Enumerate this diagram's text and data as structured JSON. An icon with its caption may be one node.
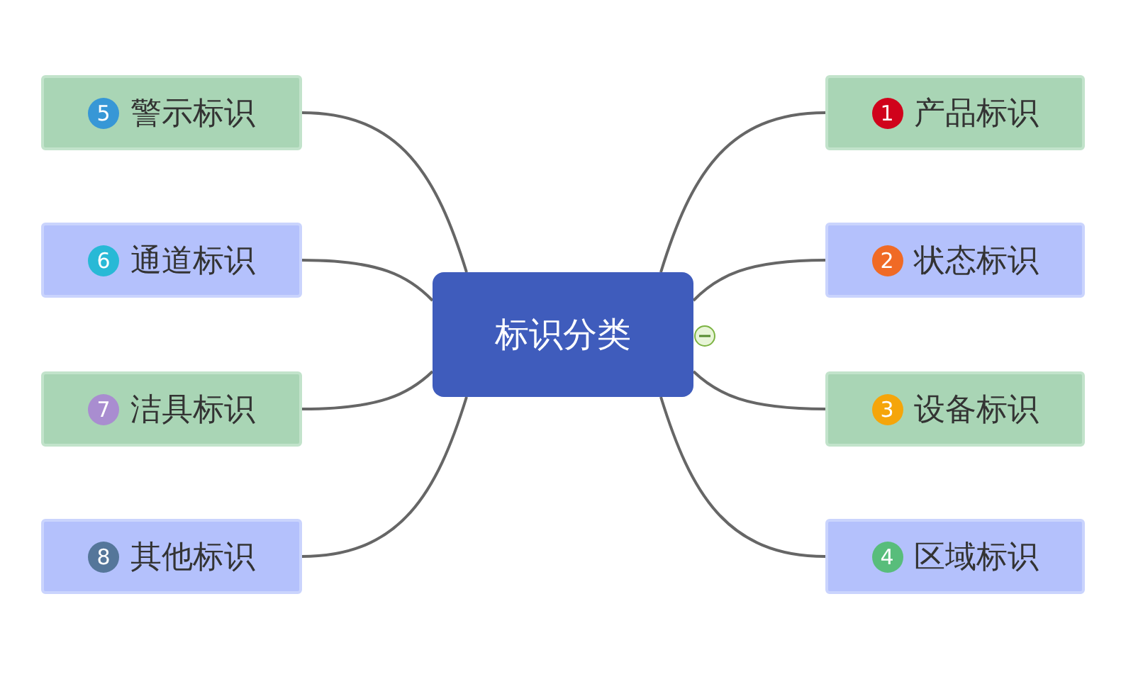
{
  "diagram": {
    "nodes": [
      {
        "text": [
          "标识分类"
        ]
      },
      {
        "text": [
          "1",
          "产品标识"
        ]
      },
      {
        "text": [
          "2",
          "状态标识"
        ]
      },
      {
        "text": [
          "3",
          "设备标识"
        ]
      },
      {
        "text": [
          "4",
          "区域标识"
        ]
      },
      {
        "text": [
          "5",
          "警示标识"
        ]
      },
      {
        "text": [
          "6",
          "通道标识"
        ]
      },
      {
        "text": [
          "7",
          "洁具标识"
        ]
      },
      {
        "text": [
          "8",
          "其他标识"
        ]
      }
    ],
    "edges": [
      {
        "from": 0,
        "to": 1,
        "arrow": "none"
      },
      {
        "from": 0,
        "to": 2,
        "arrow": "none"
      },
      {
        "from": 0,
        "to": 3,
        "arrow": "none"
      },
      {
        "from": 0,
        "to": 4,
        "arrow": "none"
      },
      {
        "from": 0,
        "to": 5,
        "arrow": "none"
      },
      {
        "from": 0,
        "to": 6,
        "arrow": "none"
      },
      {
        "from": 0,
        "to": 7,
        "arrow": "none"
      },
      {
        "from": 0,
        "to": 8,
        "arrow": "none"
      }
    ]
  }
}
